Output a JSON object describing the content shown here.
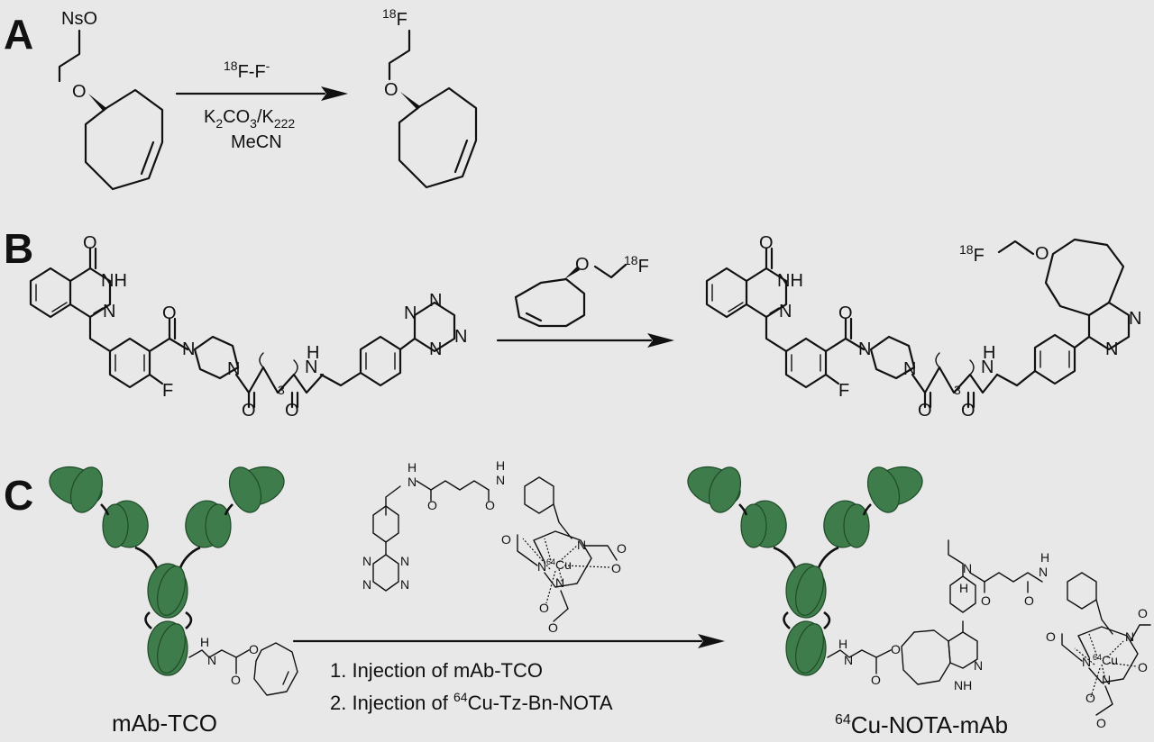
{
  "panels": [
    {
      "id": "A",
      "label": "A"
    },
    {
      "id": "B",
      "label": "B"
    },
    {
      "id": "C",
      "label": "C"
    }
  ],
  "panelA": {
    "reactant_group": "NsO",
    "reagent_line1_sup": "18",
    "reagent_line1_main": "F-F",
    "reagent_line1_charge": "-",
    "reagent_line2_k": "K",
    "reagent_line2_sub1": "2",
    "reagent_line2_co": "CO",
    "reagent_line2_sub2": "3",
    "reagent_line2_k2": "/K",
    "reagent_line2_sub3": "222",
    "reagent_line3": "MeCN",
    "product_label_sup": "18",
    "product_label_main": "F",
    "ether_O": "O"
  },
  "panelB": {
    "carbonyl_O": "O",
    "NH": "NH",
    "N": "N",
    "F": "F",
    "sub3": "3",
    "H": "H",
    "reagent_O": "O",
    "reagent_sup": "18",
    "reagent_F": "F",
    "product_sup": "18",
    "product_F": "F",
    "product_O": "O"
  },
  "panelC": {
    "left_caption": "mAb-TCO",
    "step1": "1. Injection of mAb-TCO",
    "step2_prefix": "2. Injection of ",
    "step2_sup": "64",
    "step2_main": "Cu-Tz-Bn-NOTA",
    "right_caption_sup": "64",
    "right_caption_main": "Cu-NOTA-mAb",
    "H": "H",
    "N": "N",
    "O": "O",
    "cu_sup": "64",
    "cu": "Cu",
    "NH": "NH"
  },
  "colors": {
    "background": "#e8e8e8",
    "antibody_green": "#3e7d4b",
    "ink": "#111111"
  }
}
